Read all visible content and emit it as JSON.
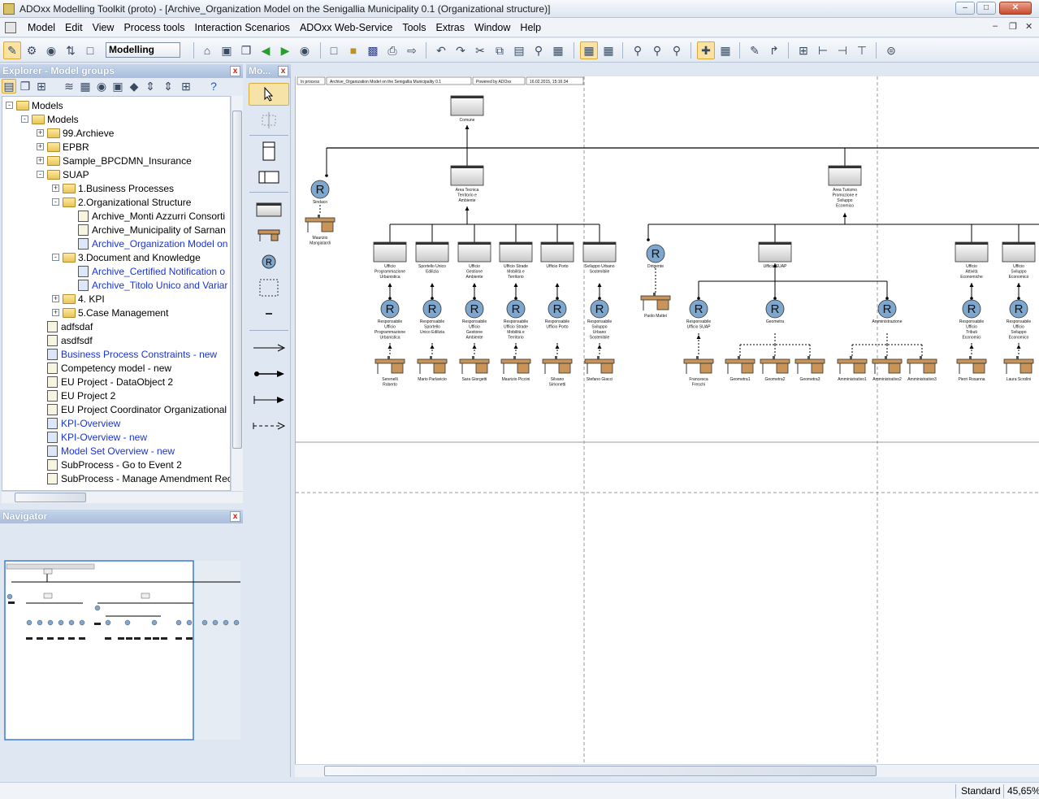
{
  "window": {
    "title": "ADOxx Modelling Toolkit (proto) - [Archive_Organization Model on the Senigallia Municipality 0.1 (Organizational structure)]",
    "min": "–",
    "max": "□",
    "close": "✕"
  },
  "menu": [
    "Model",
    "Edit",
    "View",
    "Process tools",
    "Interaction Scenarios",
    "ADOxx Web-Service",
    "Tools",
    "Extras",
    "Window",
    "Help"
  ],
  "toolbar": {
    "mode": "Modelling"
  },
  "explorer": {
    "title": "Explorer - Model groups",
    "rows": [
      {
        "label": "Models",
        "level": 0,
        "exp": "-",
        "kind": "folder",
        "link": false
      },
      {
        "label": "Models",
        "level": 1,
        "exp": "-",
        "kind": "folder",
        "link": false
      },
      {
        "label": "99.Archieve",
        "level": 2,
        "exp": "+",
        "kind": "folder",
        "link": false
      },
      {
        "label": "EPBR",
        "level": 2,
        "exp": "+",
        "kind": "folder",
        "link": false
      },
      {
        "label": "Sample_BPCDMN_Insurance",
        "level": 2,
        "exp": "+",
        "kind": "folder",
        "link": false
      },
      {
        "label": "SUAP",
        "level": 2,
        "exp": "-",
        "kind": "folder",
        "link": false
      },
      {
        "label": "1.Business Processes",
        "level": 3,
        "exp": "+",
        "kind": "folder",
        "link": false
      },
      {
        "label": "2.Organizational Structure",
        "level": 3,
        "exp": "-",
        "kind": "folder",
        "link": false
      },
      {
        "label": "Archive_Monti Azzurri Consorti",
        "level": 4,
        "exp": "",
        "kind": "model",
        "link": false
      },
      {
        "label": "Archive_Municipality of Sarnan",
        "level": 4,
        "exp": "",
        "kind": "model",
        "link": false
      },
      {
        "label": "Archive_Organization Model on",
        "level": 4,
        "exp": "",
        "kind": "model",
        "link": true
      },
      {
        "label": "3.Document and Knowledge",
        "level": 3,
        "exp": "-",
        "kind": "folder",
        "link": false
      },
      {
        "label": "Archive_Certified Notification o",
        "level": 4,
        "exp": "",
        "kind": "model",
        "link": true
      },
      {
        "label": "Archive_Titolo Unico and Variar",
        "level": 4,
        "exp": "",
        "kind": "model",
        "link": true
      },
      {
        "label": "4. KPI",
        "level": 3,
        "exp": "+",
        "kind": "folder",
        "link": false
      },
      {
        "label": "5.Case Management",
        "level": 3,
        "exp": "+",
        "kind": "folder",
        "link": false
      },
      {
        "label": "adfsdaf",
        "level": 2,
        "exp": "",
        "kind": "model",
        "link": false
      },
      {
        "label": "asdfsdf",
        "level": 2,
        "exp": "",
        "kind": "model",
        "link": false
      },
      {
        "label": "Business Process Constraints - new",
        "level": 2,
        "exp": "",
        "kind": "model",
        "link": true
      },
      {
        "label": "Competency model - new",
        "level": 2,
        "exp": "",
        "kind": "model",
        "link": false
      },
      {
        "label": "EU Project - DataObject 2",
        "level": 2,
        "exp": "",
        "kind": "model",
        "link": false
      },
      {
        "label": "EU Project 2",
        "level": 2,
        "exp": "",
        "kind": "model",
        "link": false
      },
      {
        "label": "EU Project Coordinator Organizational",
        "level": 2,
        "exp": "",
        "kind": "model",
        "link": false
      },
      {
        "label": "KPI-Overview",
        "level": 2,
        "exp": "",
        "kind": "model",
        "link": true
      },
      {
        "label": "KPI-Overview - new",
        "level": 2,
        "exp": "",
        "kind": "model",
        "link": true
      },
      {
        "label": "Model Set Overview - new",
        "level": 2,
        "exp": "",
        "kind": "model",
        "link": true
      },
      {
        "label": "SubProcess - Go to Event 2",
        "level": 2,
        "exp": "",
        "kind": "model",
        "link": false
      },
      {
        "label": "SubProcess - Manage Amendment Rec",
        "level": 2,
        "exp": "",
        "kind": "model",
        "link": false
      }
    ]
  },
  "navigator": {
    "title": "Navigator"
  },
  "modelling_bar": {
    "title": "Mo..."
  },
  "diagram": {
    "header_cells": [
      "In process",
      "Archive_Organization Model on the Senigallia Municipality 0.1",
      "Powered by ADOxx",
      "16.02.2015, 15:16:34"
    ],
    "units": {
      "comune": "Comune",
      "area_tecnica": "Area Tecnica Territorio e Ambiente",
      "area_turismo": "Area Turismo Promozione e Sviluppo Econmico",
      "sub_tecnica": [
        "Ufficio Programmazione Urbanistica",
        "Sportello Unico Edilizia",
        "Ufficio Gestione Ambiente",
        "Ufficio Strade Mobilità e Territorio",
        "Ufficio Porto",
        "Sviluppo Urbano Sostenibile"
      ],
      "ufficio_suap": "Ufficio SUAP",
      "sub_turismo": [
        "Ufficio Attività Economiche",
        "Ufficio Sviluppo Economico"
      ]
    },
    "roles": {
      "sindaco": "Sindaco",
      "dirigente": "Dirigente",
      "tecnica": [
        "Responsabile Ufficio Programmazione Urbanistica",
        "Responsabile Sportello Unico Edilizia",
        "Responsabile Ufficio Gestione Ambiente",
        "Responsabile Ufficio Strade Mobilità e Territorio",
        "Responsabile Ufficio Porto",
        "Responsabile Sviluppo Urbano Sostenibile"
      ],
      "suap": [
        "Responsabile Ufficio SUAP",
        "Geometra",
        "Amministrazione"
      ],
      "turismo": [
        "Responsabile Ufficio Tributi Economici",
        "Responsabile Ufficio Sviluppo Economico"
      ]
    },
    "persons": {
      "sindaco": "Maurizio Mangialardi",
      "dirigente": "Paolo Mattei",
      "tecnica": [
        "Serenelli Roberto",
        "Mario Parlavicio",
        "Sara Giorgetti",
        "Maurizio Piccini",
        "Silvano Simonetti",
        "Stefano Giacci"
      ],
      "suap": [
        "Francesca Freschi",
        "Geometra1",
        "Geometra2",
        "Geometra3",
        "Amministrativo1",
        "Amministrativo2",
        "Amministrativo3"
      ],
      "turismo": [
        "Pierri Rosanna",
        "Laura Scrolini"
      ]
    },
    "role_letter": "R"
  },
  "status": {
    "mode": "Standard",
    "zoom": "45,65%"
  },
  "colors": {
    "role_fill": "#7ea7cf",
    "desk": "#c9945a",
    "accent": "#1a34d8"
  }
}
